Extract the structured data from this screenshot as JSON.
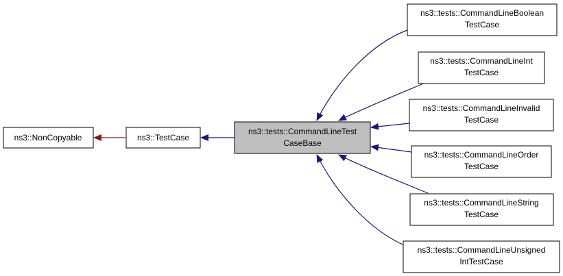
{
  "colors": {
    "inherit_edge": "#191970",
    "private_edge": "#8b1a1a",
    "highlight_fill": "#bfbfbf",
    "node_border": "#000000"
  },
  "nodes": {
    "noncopyable": {
      "lines": [
        "ns3::NonCopyable"
      ]
    },
    "testcase": {
      "lines": [
        "ns3::TestCase"
      ]
    },
    "base": {
      "lines": [
        "ns3::tests::CommandLineTest",
        "CaseBase"
      ]
    },
    "boolean": {
      "lines": [
        "ns3::tests::CommandLineBoolean",
        "TestCase"
      ]
    },
    "int": {
      "lines": [
        "ns3::tests::CommandLineInt",
        "TestCase"
      ]
    },
    "invalid": {
      "lines": [
        "ns3::tests::CommandLineInvalid",
        "TestCase"
      ]
    },
    "order": {
      "lines": [
        "ns3::tests::CommandLineOrder",
        "TestCase"
      ]
    },
    "string": {
      "lines": [
        "ns3::tests::CommandLineString",
        "TestCase"
      ]
    },
    "unsigned": {
      "lines": [
        "ns3::tests::CommandLineUnsigned",
        "IntTestCase"
      ]
    }
  }
}
